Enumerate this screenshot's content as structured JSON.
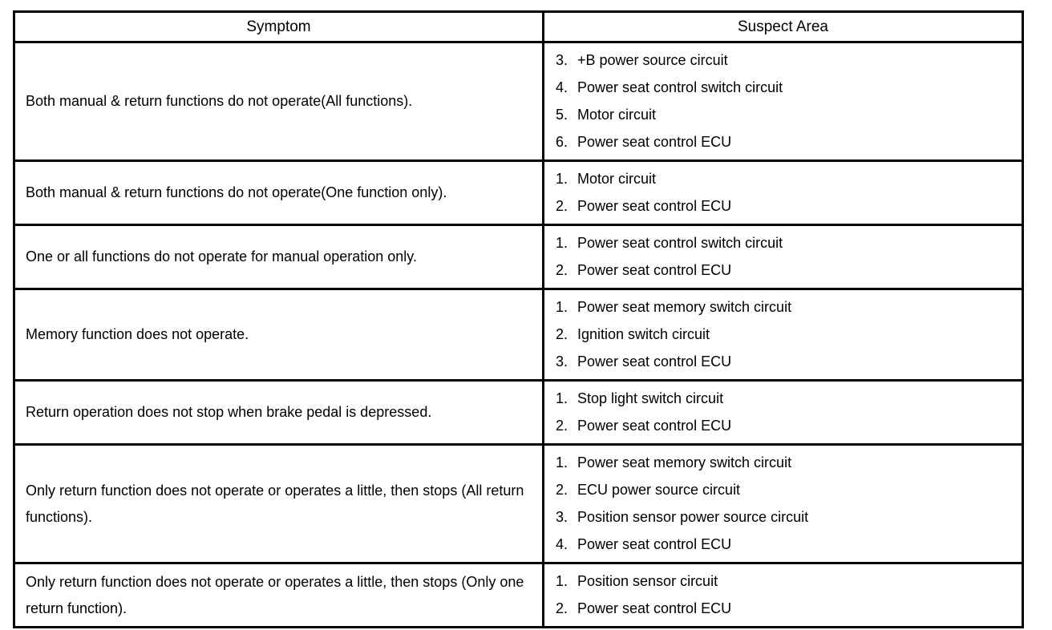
{
  "page": {
    "background_color": "#ffffff",
    "border_color": "#000000"
  },
  "table": {
    "headers": {
      "symptom": "Symptom",
      "suspect_area": "Suspect Area"
    },
    "rows": [
      {
        "symptom": "Both manual & return functions do not operate(All functions).",
        "suspects": [
          {
            "num": "3.",
            "text": "+B power source circuit"
          },
          {
            "num": "4.",
            "text": "Power seat control switch circuit"
          },
          {
            "num": "5.",
            "text": "Motor circuit"
          },
          {
            "num": "6.",
            "text": "Power seat control ECU"
          }
        ]
      },
      {
        "symptom": "Both manual & return functions do not operate(One function only).",
        "suspects": [
          {
            "num": "1.",
            "text": "Motor circuit"
          },
          {
            "num": "2.",
            "text": "Power seat control ECU"
          }
        ]
      },
      {
        "symptom": "One or all functions do not operate for manual operation only.",
        "suspects": [
          {
            "num": "1.",
            "text": "Power seat control switch circuit"
          },
          {
            "num": "2.",
            "text": "Power seat control ECU"
          }
        ]
      },
      {
        "symptom": "Memory function does not operate.",
        "suspects": [
          {
            "num": "1.",
            "text": "Power seat memory switch circuit"
          },
          {
            "num": "2.",
            "text": "Ignition switch circuit"
          },
          {
            "num": "3.",
            "text": "Power seat control ECU"
          }
        ]
      },
      {
        "symptom": "Return operation does not stop when brake pedal is depressed.",
        "suspects": [
          {
            "num": "1.",
            "text": "Stop light switch circuit"
          },
          {
            "num": "2.",
            "text": "Power seat control ECU"
          }
        ]
      },
      {
        "symptom": "Only return function does not operate or operates a little, then stops (All return functions).",
        "suspects": [
          {
            "num": "1.",
            "text": "Power seat memory switch circuit"
          },
          {
            "num": "2.",
            "text": "ECU power source circuit"
          },
          {
            "num": "3.",
            "text": "Position sensor power source circuit"
          },
          {
            "num": "4.",
            "text": "Power seat control ECU"
          }
        ]
      },
      {
        "symptom": "Only return function does not operate or operates a little, then stops (Only one return function).",
        "suspects": [
          {
            "num": "1.",
            "text": "Position sensor circuit"
          },
          {
            "num": "2.",
            "text": "Power seat control ECU"
          }
        ]
      }
    ]
  }
}
